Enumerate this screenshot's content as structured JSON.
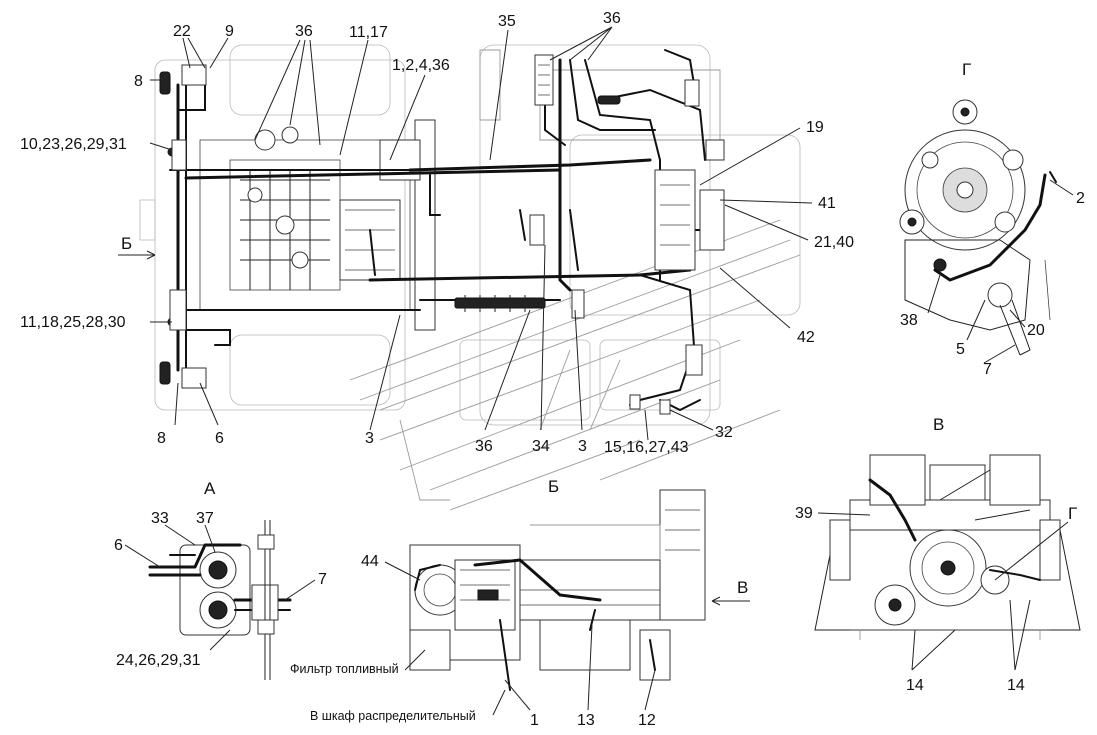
{
  "views": {
    "main": "",
    "a": "А",
    "b": "Б",
    "v": "В",
    "g": "Г"
  },
  "callouts": {
    "c22": "22",
    "c9": "9",
    "c8_top": "8",
    "c36_top": "36",
    "c11_17": "11,17",
    "c1_2_4_36": "1,2,4,36",
    "c35": "35",
    "c36_right": "36",
    "c10_23": "10,23,26,29,31",
    "c11_18": "11,18,25,28,30",
    "c8_bot": "8",
    "c6_bot": "6",
    "c3_left": "3",
    "c36_bot": "36",
    "c34": "34",
    "c3_mid": "3",
    "c15_16": "15,16,27,43",
    "c32": "32",
    "c19": "19",
    "c41": "41",
    "c21_40": "21,40",
    "c42": "42",
    "c2": "2",
    "c38": "38",
    "c5": "5",
    "c20": "20",
    "c7_g": "7",
    "c33": "33",
    "c37": "37",
    "c6_a": "6",
    "c7_a": "7",
    "c24_26": "24,26,29,31",
    "c44": "44",
    "c1_b": "1",
    "c13": "13",
    "c12": "12",
    "c39": "39",
    "c14a": "14",
    "c14b": "14"
  },
  "notes": {
    "fuel_filter": "Фильтр топливный",
    "cabinet": "В шкаф распределительный"
  }
}
